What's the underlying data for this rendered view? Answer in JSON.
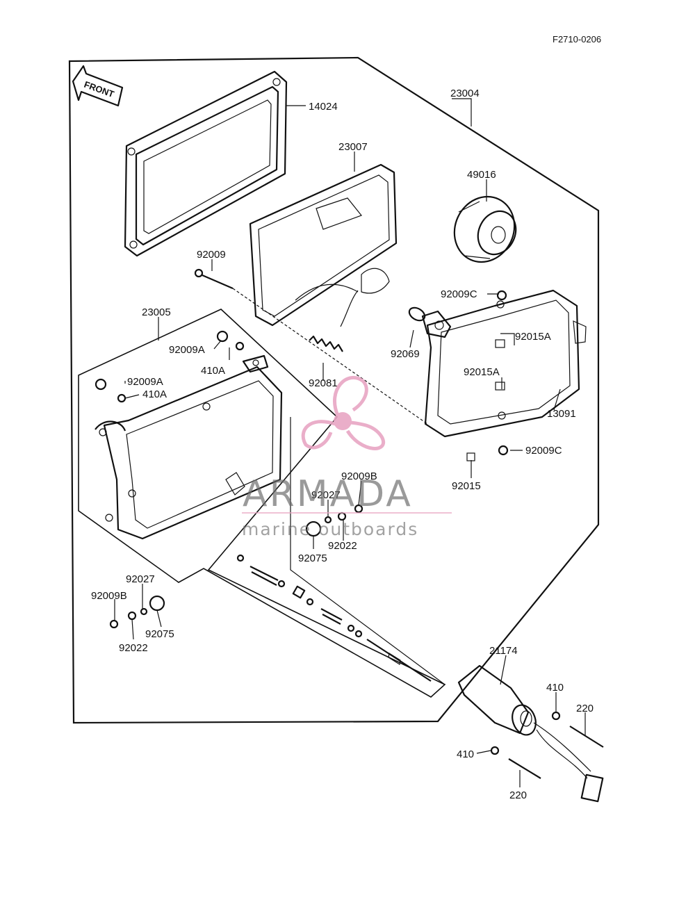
{
  "drawing_code": "F2710-0206",
  "front_arrow_label": "FRONT",
  "watermark": {
    "brand": "ARMADA",
    "tagline": "marine outboards",
    "accent_color": "#e8a6c4",
    "text_color": "#6b6b6b"
  },
  "callouts": [
    {
      "id": "c-14024",
      "text": "14024"
    },
    {
      "id": "c-23004",
      "text": "23004"
    },
    {
      "id": "c-23007",
      "text": "23007"
    },
    {
      "id": "c-49016",
      "text": "49016"
    },
    {
      "id": "c-92009",
      "text": "92009"
    },
    {
      "id": "c-92009c-top",
      "text": "92009C"
    },
    {
      "id": "c-23005",
      "text": "23005"
    },
    {
      "id": "c-92015a-top",
      "text": "92015A"
    },
    {
      "id": "c-92009a-upper",
      "text": "92009A"
    },
    {
      "id": "c-92069",
      "text": "92069"
    },
    {
      "id": "c-410a-upper",
      "text": "410A"
    },
    {
      "id": "c-92081",
      "text": "92081"
    },
    {
      "id": "c-92015a-mid",
      "text": "92015A"
    },
    {
      "id": "c-92009a-lower",
      "text": "92009A"
    },
    {
      "id": "c-410a-lower",
      "text": "410A"
    },
    {
      "id": "c-13091",
      "text": "13091"
    },
    {
      "id": "c-92009c-bottom",
      "text": "92009C"
    },
    {
      "id": "c-92015",
      "text": "92015"
    },
    {
      "id": "c-92009b-mid",
      "text": "92009B"
    },
    {
      "id": "c-92027-mid",
      "text": "92027"
    },
    {
      "id": "c-92022-mid",
      "text": "92022"
    },
    {
      "id": "c-92075-mid",
      "text": "92075"
    },
    {
      "id": "c-92027-low",
      "text": "92027"
    },
    {
      "id": "c-92009b-low",
      "text": "92009B"
    },
    {
      "id": "c-92075-low",
      "text": "92075"
    },
    {
      "id": "c-92022-low",
      "text": "92022"
    },
    {
      "id": "c-21174",
      "text": "21174"
    },
    {
      "id": "c-410-right",
      "text": "410"
    },
    {
      "id": "c-220-right",
      "text": "220"
    },
    {
      "id": "c-410-left",
      "text": "410"
    },
    {
      "id": "c-220-bottom",
      "text": "220"
    }
  ]
}
